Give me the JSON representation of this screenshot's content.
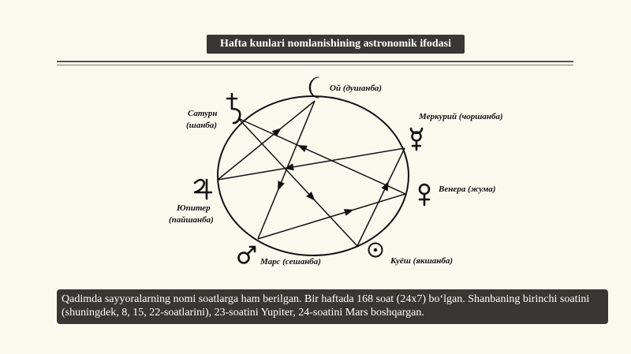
{
  "title": "Hafta kunlari nomlanishining astronomik ifodasi",
  "caption": "Qadimda sayyoralarning nomi soatlarga ham berilgan. Bir haftada 168 soat (24x7) bo‘lgan. Shanbaning birinchi soatini (shuningdek, 8, 15, 22-soatlarini), 23-soatini Yupiter, 24-soatini Mars boshqargan.",
  "planets": {
    "moon": {
      "label": "Ой (душанба)",
      "symbol": "moon-icon"
    },
    "mercury": {
      "label_line1": "Меркурий (чоршанба)",
      "symbol": "mercury-icon"
    },
    "venus": {
      "label": "Венера (жума)",
      "symbol": "venus-icon"
    },
    "sun": {
      "label": "Куёш (якшанба)",
      "symbol": "sun-icon"
    },
    "mars": {
      "label": "Марс (сешанба)",
      "symbol": "mars-icon"
    },
    "jupiter": {
      "label_line1": "Юпитер",
      "label_line2": "(пайшанба)",
      "symbol": "jupiter-icon"
    },
    "saturn": {
      "label_line1": "Сатурн",
      "label_line2": "(шанба)",
      "symbol": "saturn-icon"
    }
  },
  "colors": {
    "banner": "#3a3634",
    "background": "#fbf9ee",
    "ink": "#111111"
  }
}
